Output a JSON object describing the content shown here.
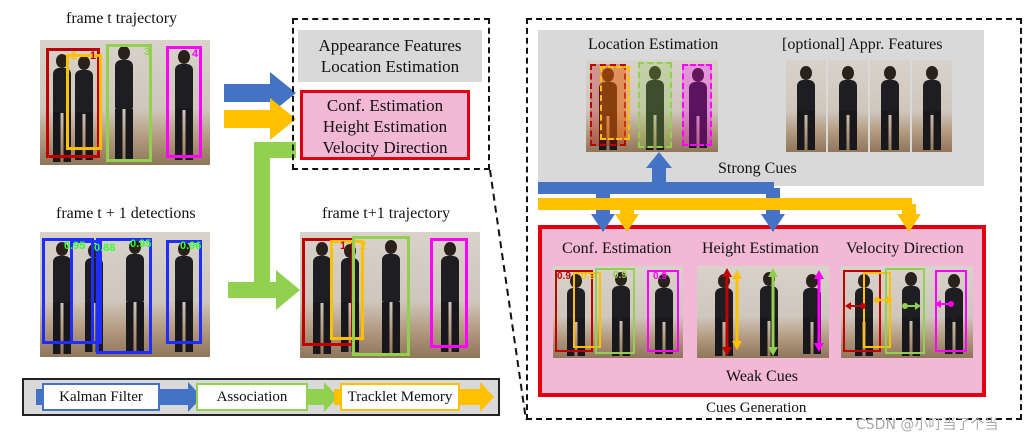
{
  "left": {
    "frame_t_caption": "frame t trajectory",
    "frame_t1_det_caption": "frame t + 1 detections",
    "frame_t1_traj_caption": "frame t+1 trajectory",
    "traj_ids": [
      "2",
      "1",
      "3",
      "4"
    ],
    "det_scores": [
      "0.95",
      "0.88",
      "0.95",
      "0.96"
    ],
    "traj_t1_ids": [
      "1",
      "2"
    ]
  },
  "middle": {
    "gray_box": "Appearance Features\nLocation Estimation",
    "red_box": "Conf. Estimation\nHeight Estimation\nVelocity Direction"
  },
  "legend": {
    "kalman": "Kalman Filter",
    "association": "Association",
    "memory": "Tracklet Memory"
  },
  "right": {
    "location_title": "Location Estimation",
    "appr_title": "[optional] Appr. Features",
    "strong_cues": "Strong Cues",
    "conf_title": "Conf. Estimation",
    "height_title": "Height Estimation",
    "velocity_title": "Velocity Direction",
    "weak_cues": "Weak Cues",
    "cues_generation": "Cues Generation",
    "conf_scores": [
      "0.9",
      "0.9",
      "0.9",
      "0.9"
    ]
  },
  "watermark": "CSDN @小叮当了个当",
  "colors": {
    "blue": "#4472c4",
    "yellow": "#ffc000",
    "green": "#92d050",
    "red": "#e0000f",
    "magenta": "#ff00ff",
    "darkred": "#c00000",
    "pink_bg": "#f2b8d6",
    "gray_bg": "#d9d9d9"
  }
}
